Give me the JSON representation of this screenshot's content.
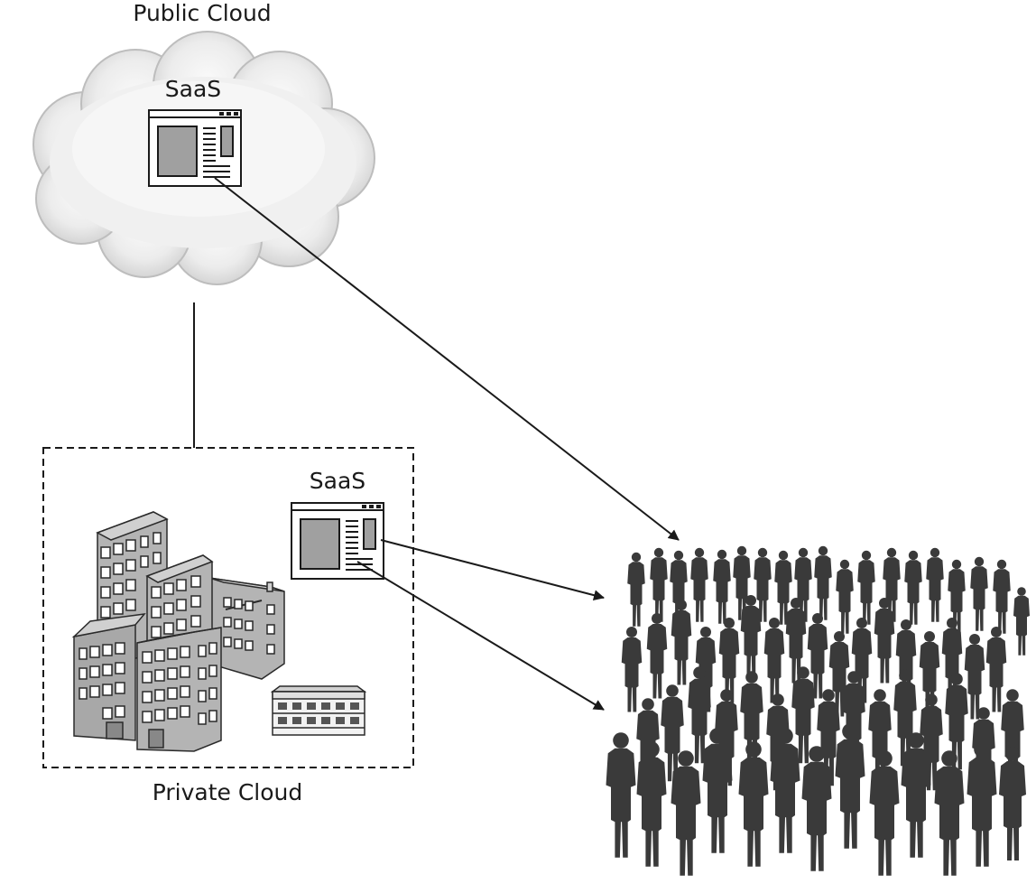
{
  "labels": {
    "public_cloud": "Public Cloud",
    "public_saas": "SaaS",
    "private_saas": "SaaS",
    "private_cloud": "Private Cloud"
  },
  "icons": {
    "cloud": "cloud-icon",
    "app_window": "app-window-icon",
    "buildings": "office-buildings-icon",
    "server": "server-rack-icon",
    "users": "crowd-of-people-icon"
  },
  "colors": {
    "cloud_fill": "#e6e6e6",
    "cloud_edge": "#bdbdbd",
    "people": "#3a3a3a",
    "building_fill": "#a8a8a8",
    "line": "#1a1a1a"
  }
}
